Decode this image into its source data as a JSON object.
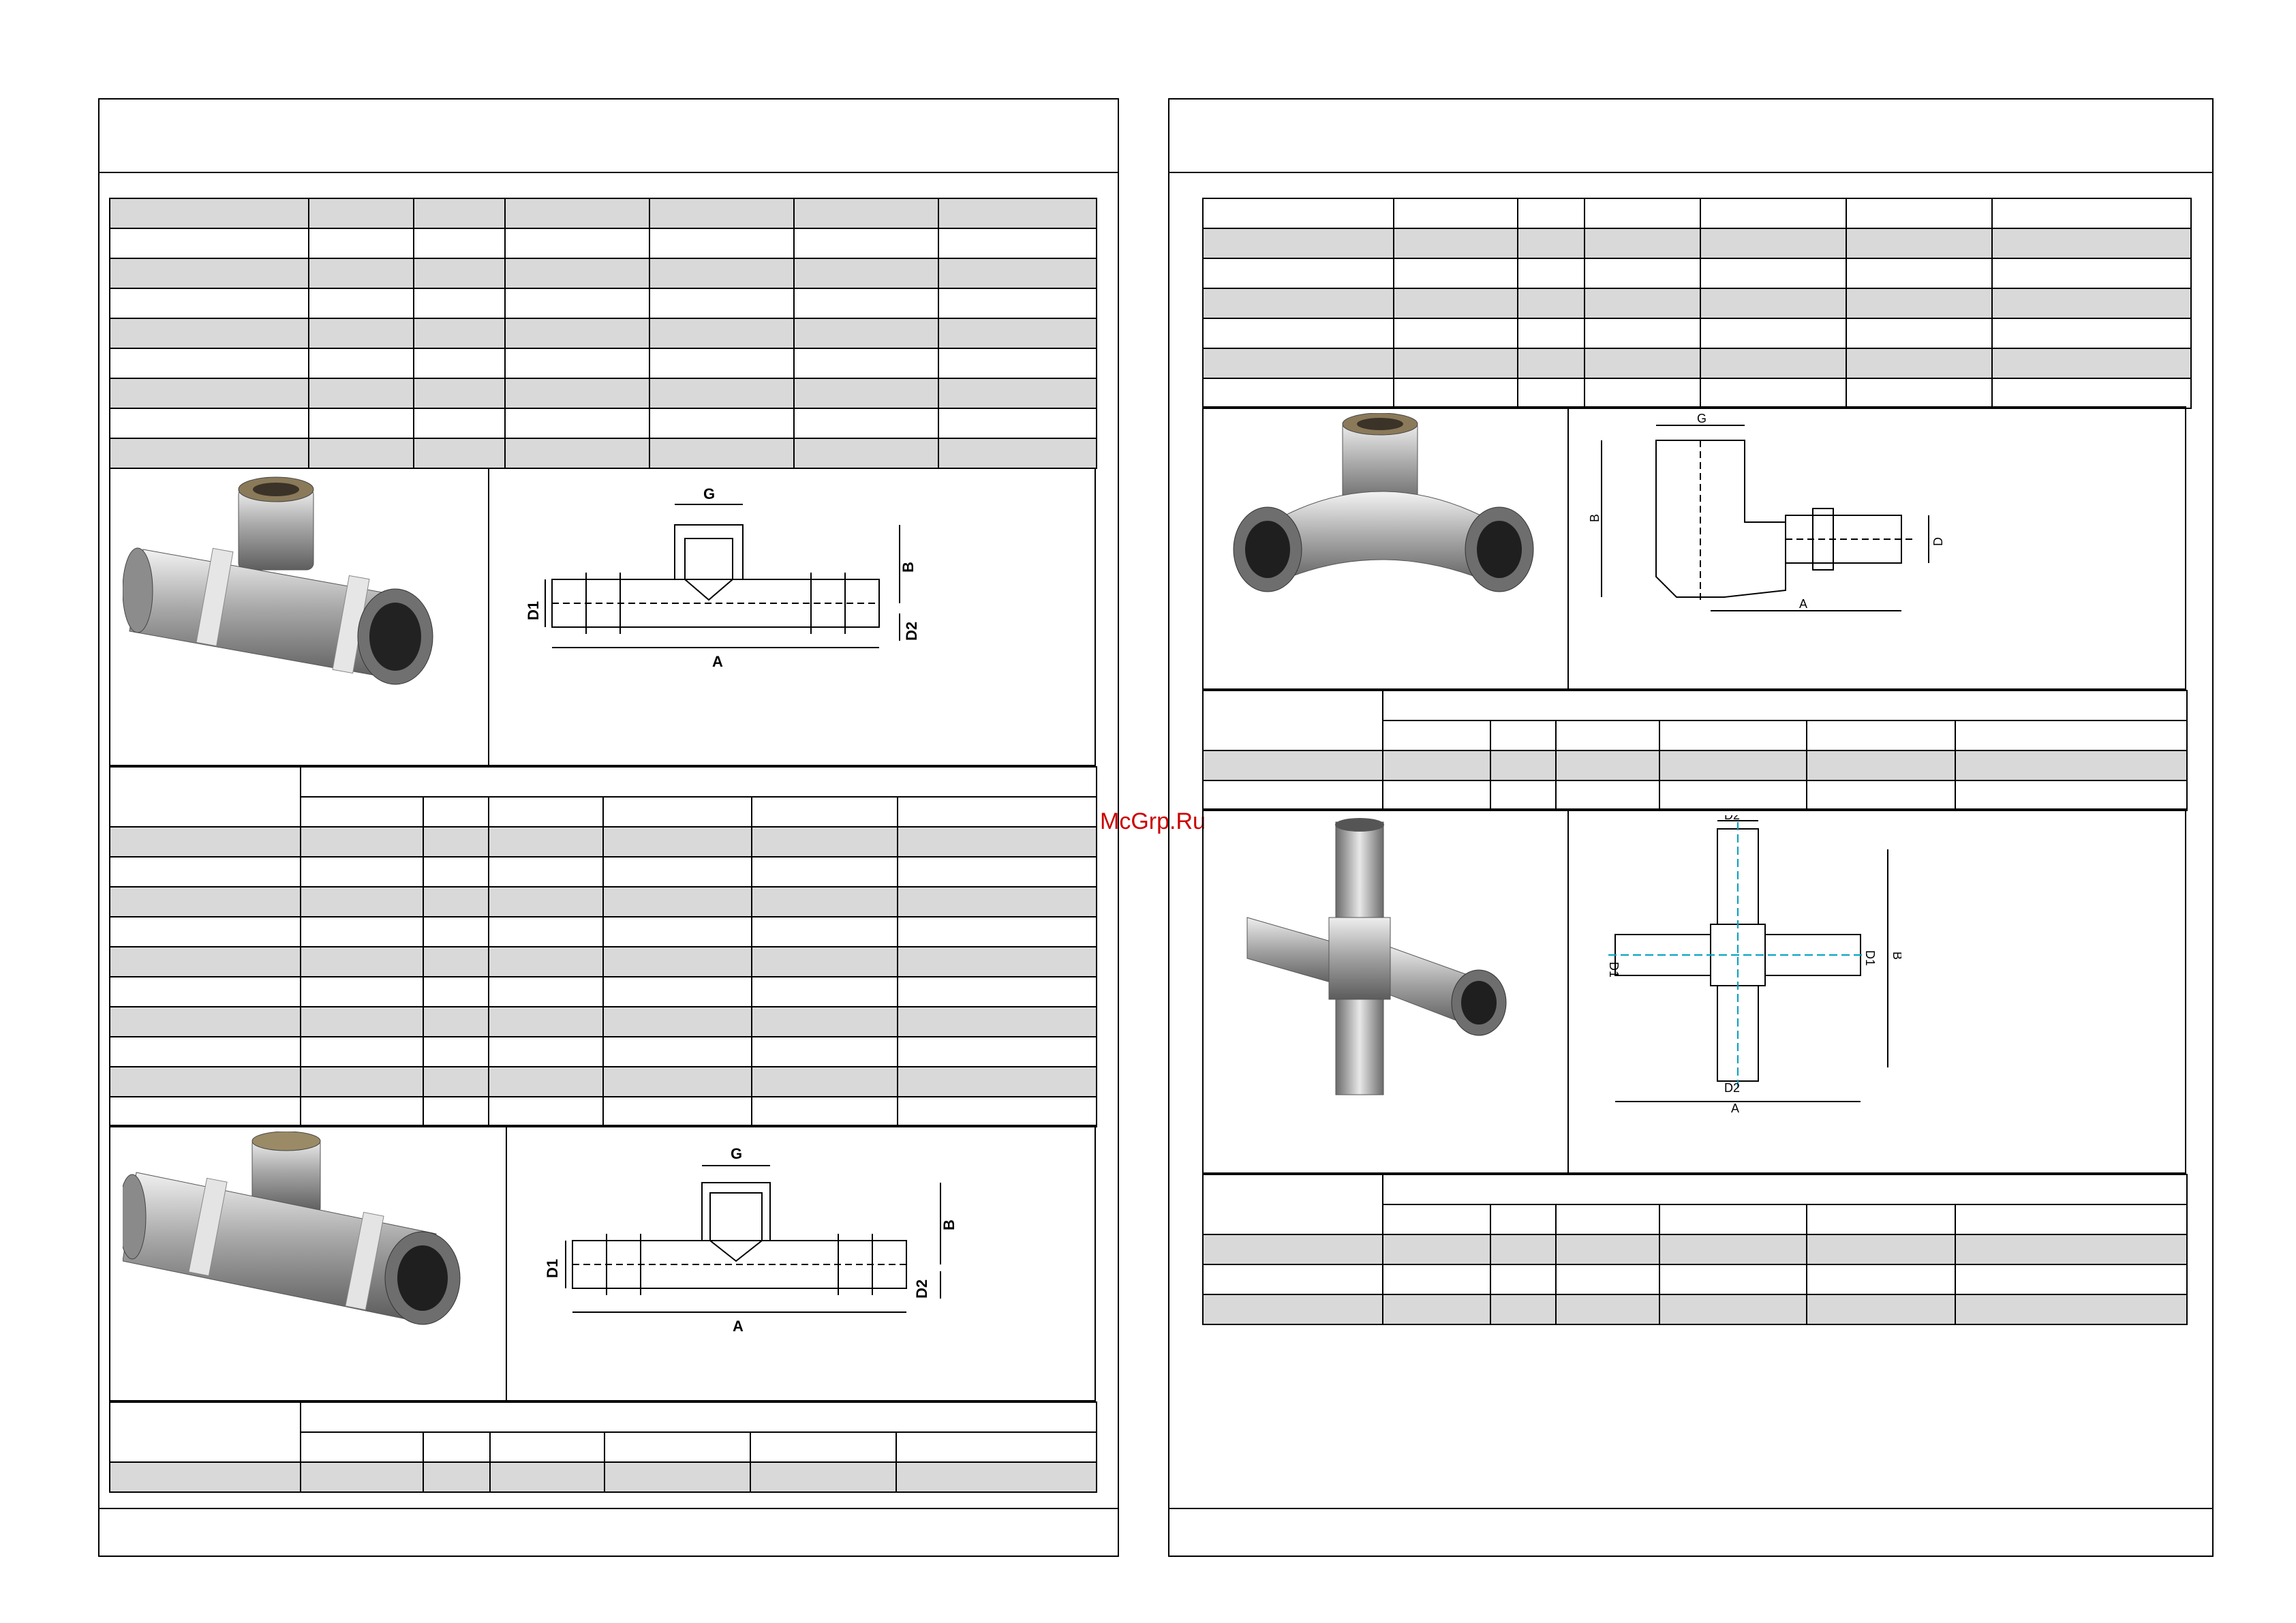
{
  "watermark": "McGrp.Ru",
  "drawings": {
    "tee_female": {
      "g": "G",
      "b": "B",
      "d1": "D1",
      "d2": "D2",
      "a": "A"
    },
    "tee_male": {
      "g": "G",
      "b": "B",
      "d1": "D1",
      "d2": "D2",
      "a": "A"
    },
    "elbow_wall": {
      "g": "G",
      "b": "B",
      "d": "D",
      "a": "A"
    },
    "cross": {
      "d2_top": "D2",
      "d2_bottom": "D2",
      "d1_left": "D1",
      "d1_right": "D1",
      "b": "B",
      "a": "A"
    }
  },
  "colors": {
    "row_shade": "#d9d9d9",
    "line": "#000000",
    "watermark": "#cc0000",
    "dim_line": "#00a0c0"
  }
}
